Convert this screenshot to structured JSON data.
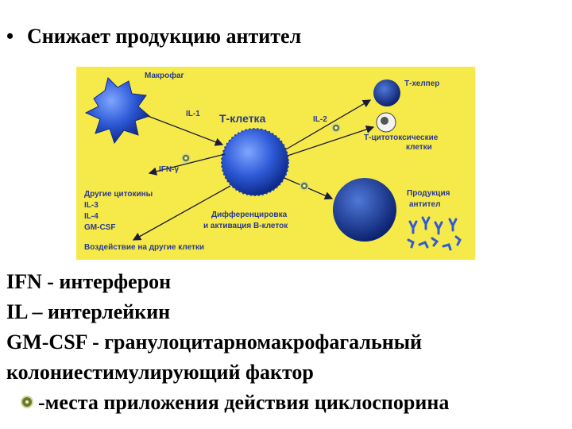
{
  "title": {
    "bullet": "•",
    "text": "Снижает  продукцию антител"
  },
  "diagram": {
    "macrophage": "Макрофаг",
    "tcell": "Т-клетка",
    "il1": "IL-1",
    "il2": "IL-2",
    "ifn": "IFN-γ",
    "thelper": "Т-хелпер",
    "tcyto_1": "Т-цитотоксические",
    "tcyto_2": "клетки",
    "prod_1": "Продукция",
    "prod_2": "антител",
    "cyt_1": "Другие цитокины",
    "cyt_2": "IL-3",
    "cyt_3": "IL-4",
    "cyt_4": "GM-CSF",
    "diff_1": "Дифференцировка",
    "diff_2": "и активация В-клеток",
    "other": "Воздействие на другие клетки"
  },
  "legend": {
    "ifn": "IFN - интерферон",
    "il": "IL – интерлейкин",
    "gm_1": "GM-CSF - гранулоцитарномакрофагальный",
    "gm_2": "колониестимулирующий фактор",
    "site": "-места приложения действия циклоспорина"
  },
  "colors": {
    "panel": "#f6e94a",
    "cell": "#2f5bd8",
    "label": "#2a3b8c",
    "mark": "#6b7a2a"
  }
}
